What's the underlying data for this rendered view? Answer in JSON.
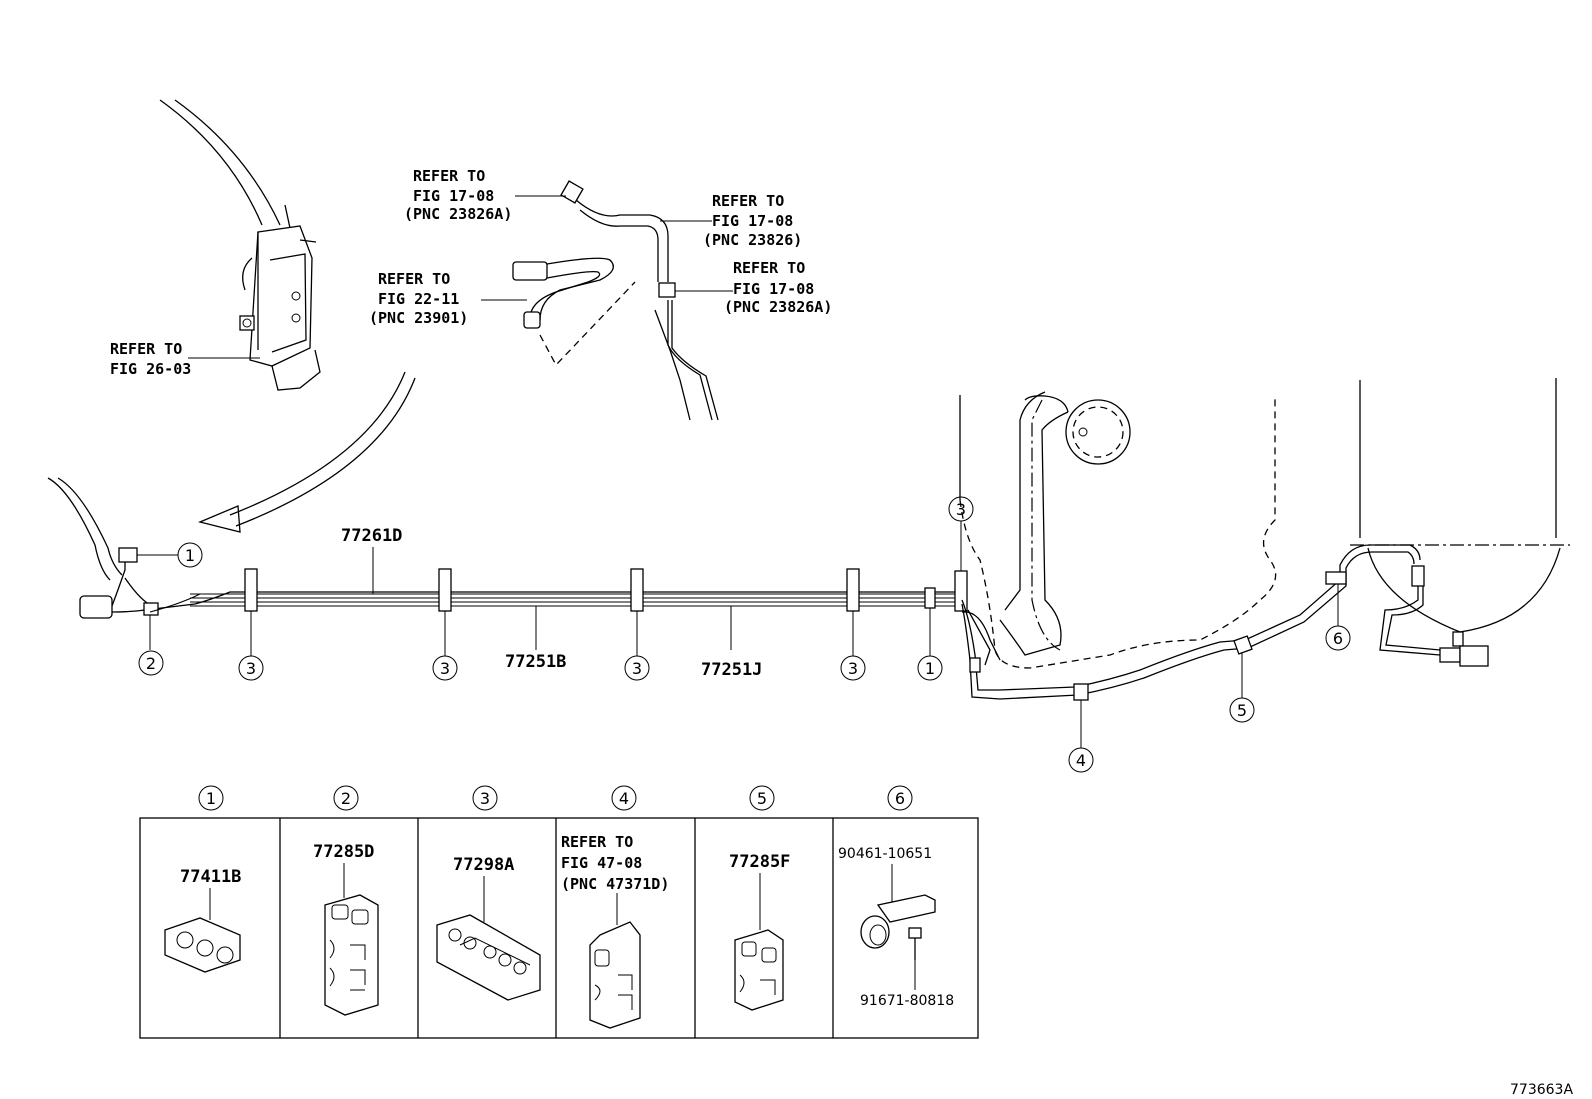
{
  "refs": {
    "fig2603": [
      "REFER TO",
      "FIG 26-03"
    ],
    "fig2211": [
      "REFER TO",
      "FIG 22-11",
      "(PNC 23901)"
    ],
    "fig1708_a_top": [
      "REFER TO",
      "FIG 17-08",
      "(PNC 23826A)"
    ],
    "fig1708_mid": [
      "REFER TO",
      "FIG 17-08",
      "(PNC 23826)"
    ],
    "fig1708_a_right": [
      "REFER TO",
      "FIG 17-08",
      "(PNC 23826A)"
    ],
    "fig4708": [
      "REFER TO",
      "FIG 47-08",
      "(PNC 47371D)"
    ]
  },
  "lines": {
    "l77261d": "77261D",
    "l77251b": "77251B",
    "l77251j": "77251J"
  },
  "callouts": {
    "c1": "1",
    "c2": "2",
    "c3": "3",
    "c4": "4",
    "c5": "5",
    "c6": "6"
  },
  "table": {
    "headers": [
      "1",
      "2",
      "3",
      "4",
      "5",
      "6"
    ],
    "parts": {
      "p1": "77411B",
      "p2": "77285D",
      "p3": "77298A",
      "p5": "77285F",
      "p6a": "90461-10651",
      "p6b": "91671-80818"
    }
  },
  "figure_code": "773663A"
}
